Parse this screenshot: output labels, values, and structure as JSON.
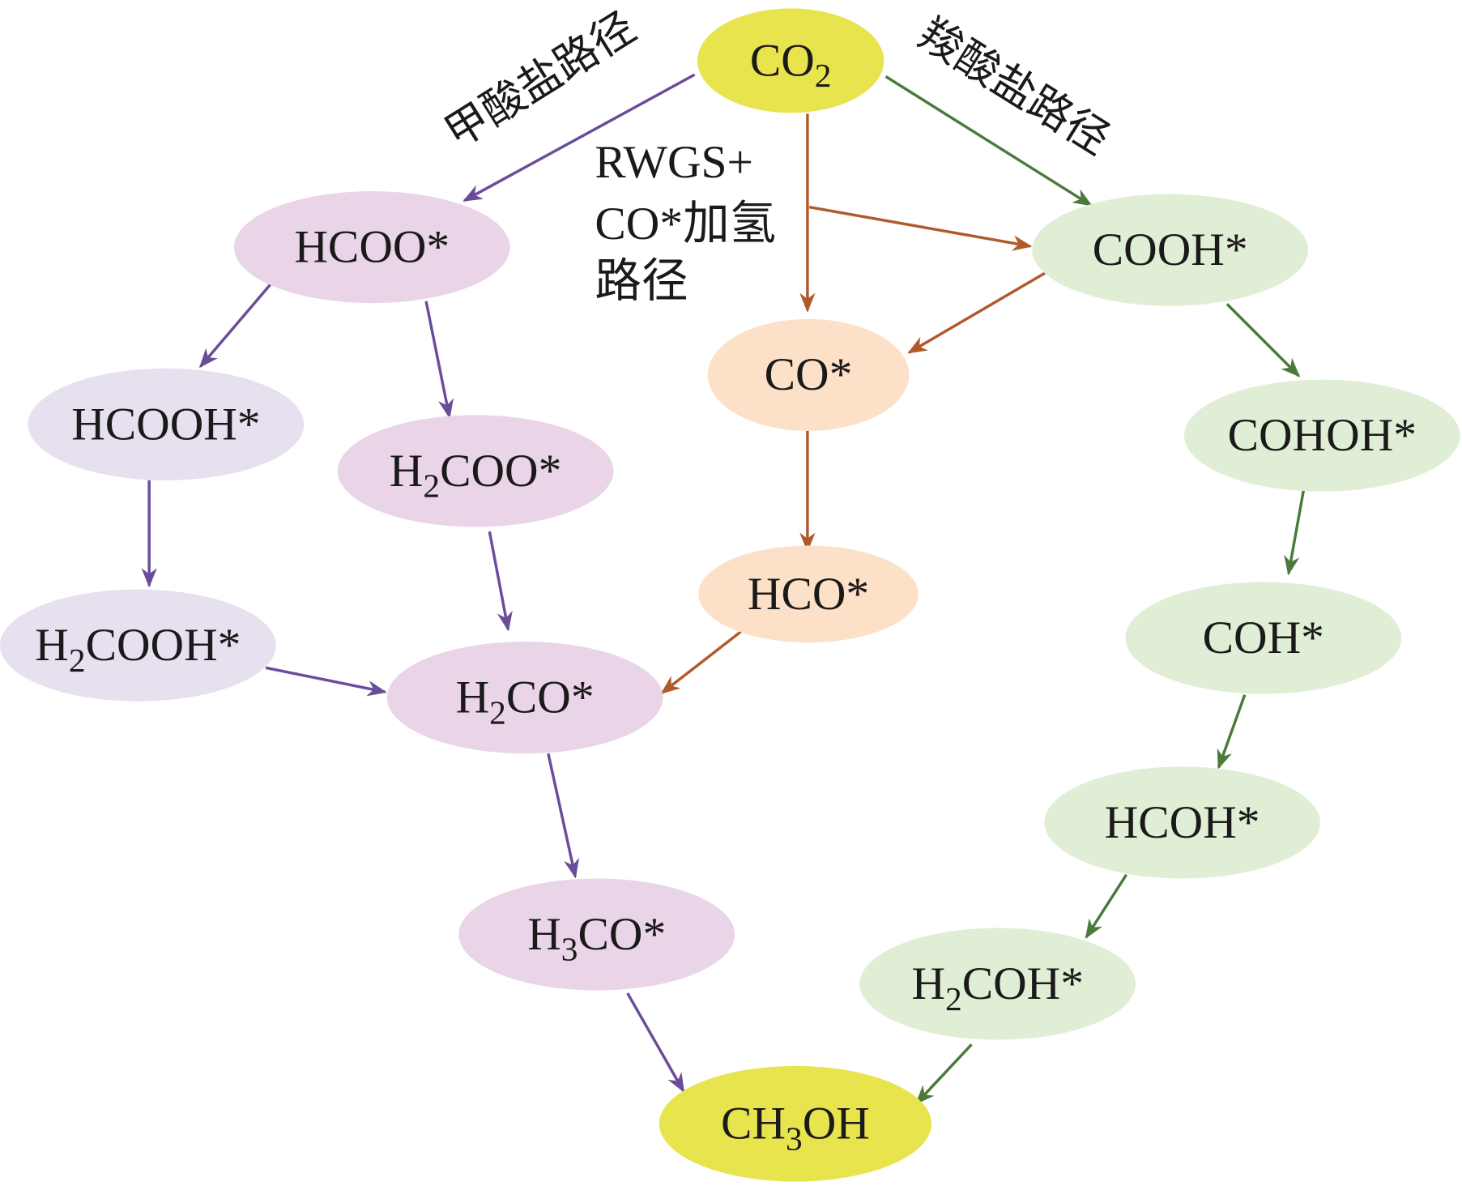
{
  "colors": {
    "formate": "#6b4c9a",
    "rwgs": "#b05a2a",
    "carboxyl": "#4a7a3a",
    "yellow": "#e8e44e",
    "pink": "#ead5e8",
    "lavender": "#e6e0ef",
    "peach": "#fde0c8",
    "green": "#e1eed6"
  },
  "path_labels": {
    "formate": "甲酸盐路径",
    "carboxyl": "羧酸盐路径",
    "rwgs_line1": "RWGS+",
    "rwgs_line2": "CO*加氢",
    "rwgs_line3": "路径"
  },
  "nodes": {
    "co2": {
      "pre": "CO",
      "sub": "2",
      "post": ""
    },
    "hcoo": {
      "pre": "HCOO*",
      "sub": "",
      "post": ""
    },
    "hcooh": {
      "pre": "HCOOH*",
      "sub": "",
      "post": ""
    },
    "h2coo": {
      "pre": "H",
      "sub": "2",
      "post": "COO*"
    },
    "h2cooh": {
      "pre": "H",
      "sub": "2",
      "post": "COOH*"
    },
    "h2co": {
      "pre": "H",
      "sub": "2",
      "post": "CO*"
    },
    "h3co": {
      "pre": "H",
      "sub": "3",
      "post": "CO*"
    },
    "ch3oh": {
      "pre": "CH",
      "sub": "3",
      "post": "OH"
    },
    "co": {
      "pre": "CO*",
      "sub": "",
      "post": ""
    },
    "hco": {
      "pre": "HCO*",
      "sub": "",
      "post": ""
    },
    "cooh": {
      "pre": "COOH*",
      "sub": "",
      "post": ""
    },
    "cohoh": {
      "pre": "COHOH*",
      "sub": "",
      "post": ""
    },
    "coh": {
      "pre": "COH*",
      "sub": "",
      "post": ""
    },
    "hcoh": {
      "pre": "HCOH*",
      "sub": "",
      "post": ""
    },
    "h2coh": {
      "pre": "H",
      "sub": "2",
      "post": "COH*"
    }
  }
}
